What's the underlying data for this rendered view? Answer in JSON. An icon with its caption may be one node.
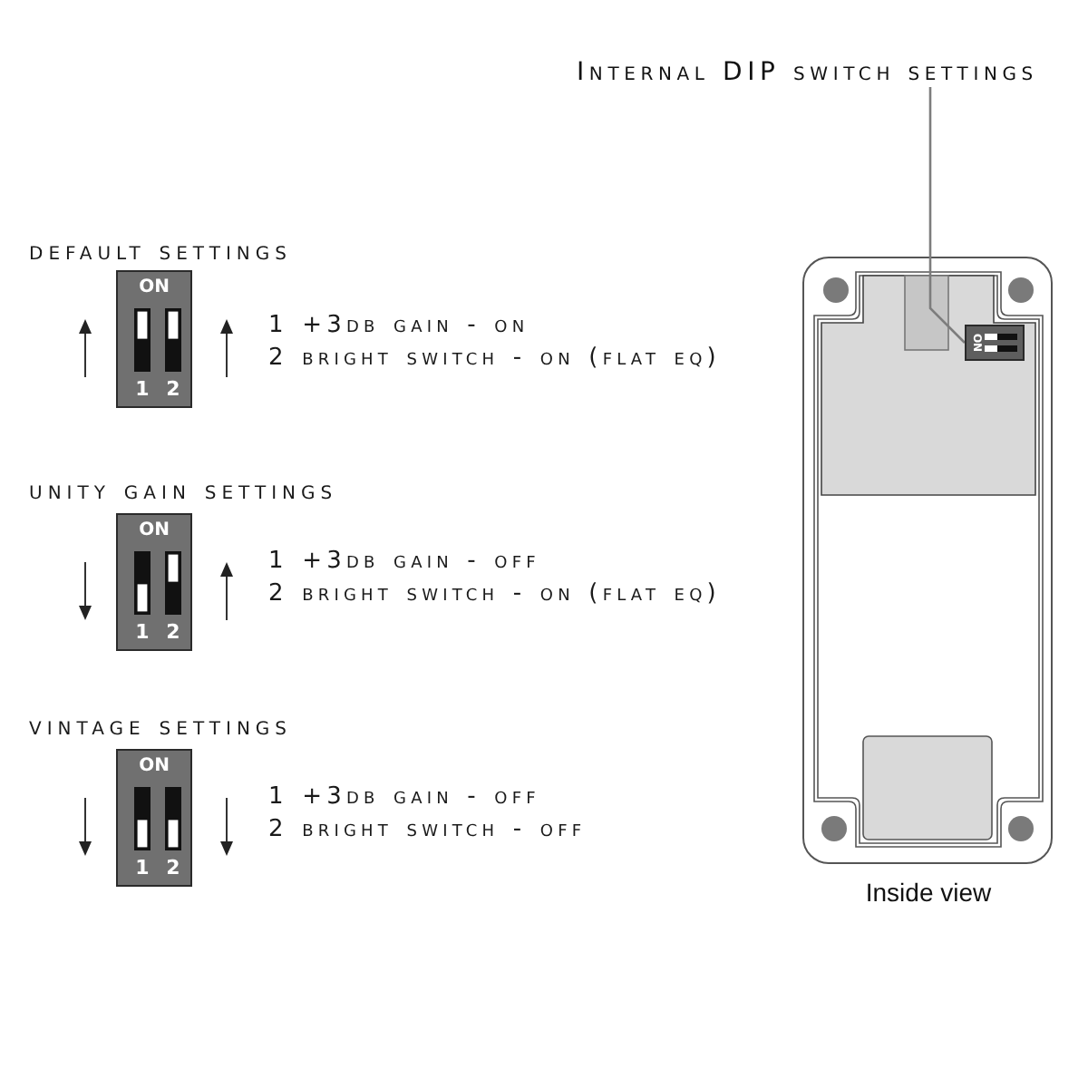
{
  "diagram": {
    "nodes": [
      {
        "text": [
          "Internal DIP switch settings"
        ]
      },
      {
        "text": [
          "ON",
          "1",
          "2"
        ]
      },
      {
        "text": [
          "ON",
          "1",
          "2"
        ]
      },
      {
        "text": [
          "ON",
          "1",
          "2"
        ]
      },
      {
        "text": [
          "ON"
        ]
      }
    ],
    "edges": [
      {
        "from": 0,
        "to": 4,
        "arrow": "none"
      }
    ],
    "labels": [
      "default settings",
      "1 +3db gain - on",
      "2 bright switch - on (flat eq)",
      "unity gain settings",
      "1 +3db gain - off",
      "2 bright switch - on (flat eq)",
      "vintage settings",
      "1 +3db gain - off",
      "2 bright switch - off",
      "Inside view"
    ]
  }
}
